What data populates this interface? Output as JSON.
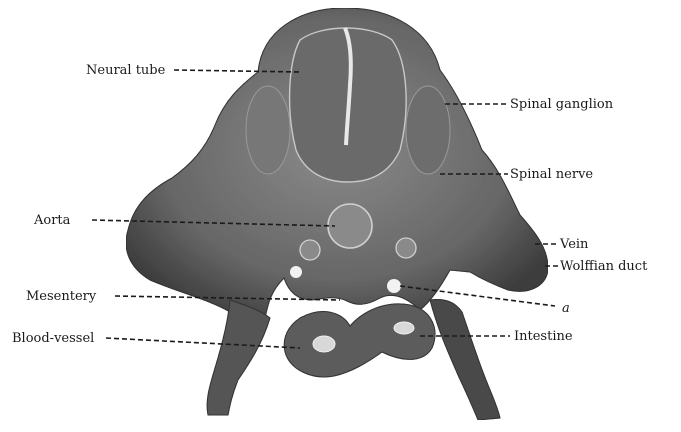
{
  "labels": {
    "neural_tube": "Neural tube",
    "spinal_ganglion": "Spinal ganglion",
    "spinal_nerve": "Spinal nerve",
    "aorta": "Aorta",
    "vein": "Vein",
    "wolffian_duct": "Wolffian duct",
    "mesentery": "Mesentery",
    "a": "a",
    "blood_vessel": "Blood-vessel",
    "intestine": "Intestine"
  },
  "colors": {
    "tissue_dark": "#3c3c3c",
    "tissue_mid": "#7a7a7a",
    "tissue_light": "#b4b4b4",
    "ink": "#1a1a1a"
  }
}
